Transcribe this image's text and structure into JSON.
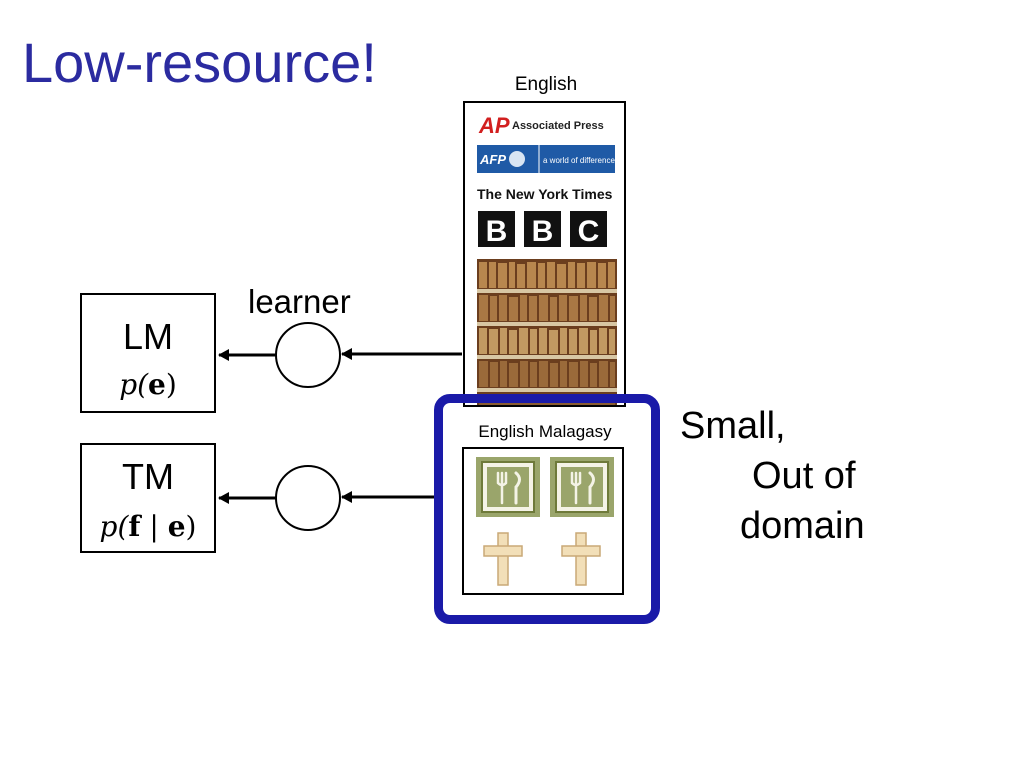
{
  "slide": {
    "title": "Low-resource!",
    "title_color": "#2b2ba0"
  },
  "learner_label": "learner",
  "lm": {
    "label": "LM",
    "formula_func": "p(",
    "formula_var": "e",
    "formula_close": ")"
  },
  "tm": {
    "label": "TM",
    "formula_func": "p(",
    "formula_var1": "f",
    "formula_bar": " | ",
    "formula_var2": "e",
    "formula_close": ")"
  },
  "english_corpus": {
    "label": "English",
    "sources": [
      {
        "name": "AP",
        "text": "Associated Press",
        "icon": "ap-logo"
      },
      {
        "name": "AFP",
        "text": "a world of difference",
        "icon": "afp-logo"
      },
      {
        "name": "The New York Times",
        "icon": "nyt-logo"
      },
      {
        "name": "BBC",
        "icon": "bbc-logo"
      }
    ],
    "library_icon": "bookshelf-image"
  },
  "bilingual_corpus": {
    "label": "English  Malagasy",
    "icons": [
      "restaurant-icon",
      "restaurant-icon",
      "cross-icon",
      "cross-icon"
    ],
    "highlight_color": "#1a1aa8"
  },
  "side_note": {
    "line1": "Small,",
    "line2": "Out of",
    "line3": "domain"
  }
}
